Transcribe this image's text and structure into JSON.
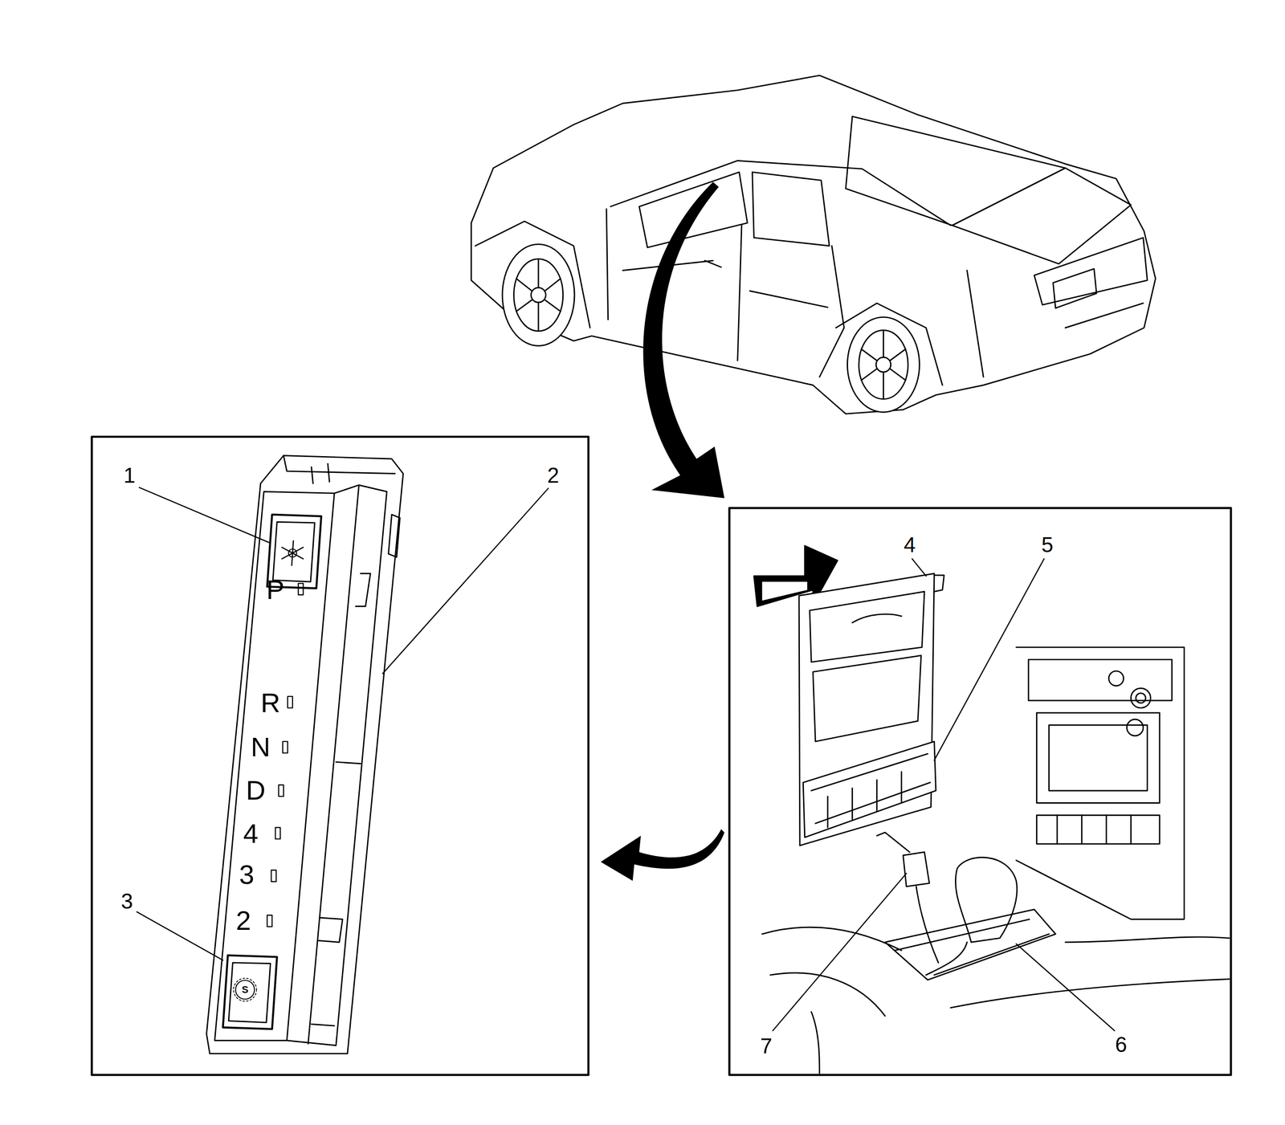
{
  "diagram": {
    "labels": [
      "1",
      "2",
      "P",
      "R",
      "N",
      "D",
      "4",
      "3",
      "2",
      "3",
      "S",
      "4",
      "5",
      "7",
      "6"
    ]
  }
}
